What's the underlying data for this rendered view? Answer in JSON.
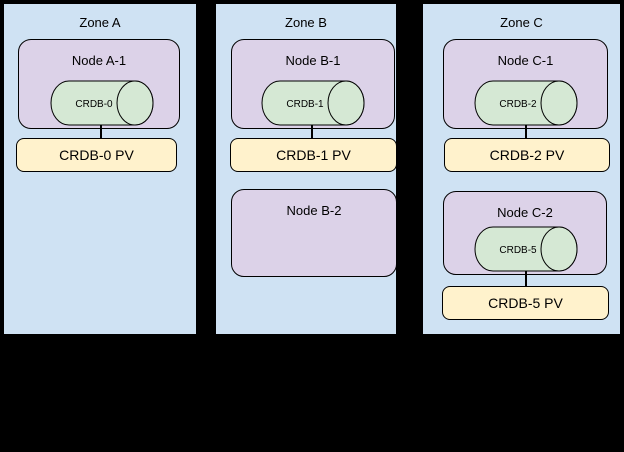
{
  "diagram": {
    "background": "#000000",
    "colors": {
      "zone_fill": "#cfe2f3",
      "node_fill": "#dcd2e8",
      "cylinder_fill": "#d5e8d4",
      "pv_fill": "#fff2cc",
      "border": "#000000"
    },
    "zones": [
      {
        "title": "Zone A",
        "nodes": [
          {
            "label": "Node A-1",
            "cylinder": {
              "label": "CRDB-0"
            }
          }
        ],
        "pvs": [
          {
            "label": "CRDB-0 PV"
          }
        ]
      },
      {
        "title": "Zone B",
        "nodes": [
          {
            "label": "Node B-1",
            "cylinder": {
              "label": "CRDB-1"
            }
          },
          {
            "label": "Node B-2"
          }
        ],
        "pvs": [
          {
            "label": "CRDB-1 PV"
          }
        ]
      },
      {
        "title": "Zone C",
        "nodes": [
          {
            "label": "Node C-1",
            "cylinder": {
              "label": "CRDB-2"
            }
          },
          {
            "label": "Node C-2",
            "cylinder": {
              "label": "CRDB-5"
            }
          }
        ],
        "pvs": [
          {
            "label": "CRDB-2 PV"
          },
          {
            "label": "CRDB-5 PV"
          }
        ]
      }
    ]
  }
}
